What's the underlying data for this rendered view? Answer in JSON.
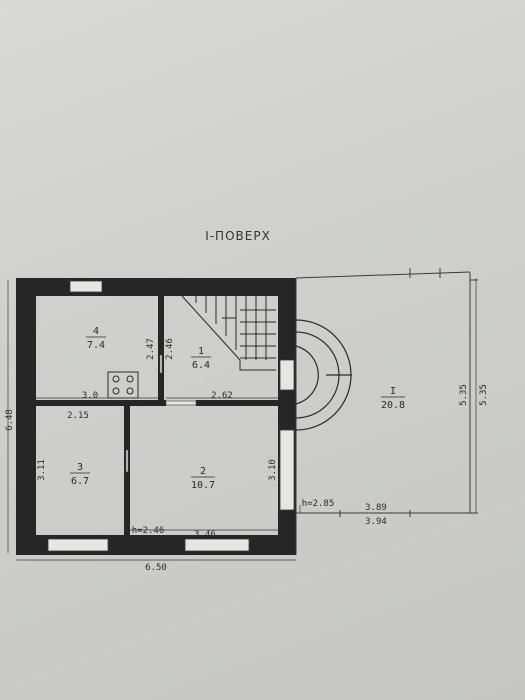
{
  "title": "I-ПОВЕРХ",
  "rooms": [
    {
      "num": "4",
      "area": "7.4"
    },
    {
      "num": "1",
      "area": "6.4"
    },
    {
      "num": "3",
      "area": "6.7"
    },
    {
      "num": "2",
      "area": "10.7"
    },
    {
      "num": "I",
      "area": "20.8"
    }
  ],
  "dims": {
    "total_height": "6.48",
    "total_width": "6.50",
    "r4_width": "3.0",
    "r4_side_a": "2.47",
    "r4_side_b": "2.46",
    "r3_width": "2.15",
    "r1_width": "2.62",
    "r3_height": "3.11",
    "r2_height": "3.10",
    "r2_width": "3.46",
    "r2_h": "h=2.46",
    "terrace_h": "h=2.85",
    "terrace_w_a": "3.89",
    "terrace_w_b": "3.94",
    "terrace_height_a": "5.35",
    "terrace_height_b": "5.35"
  },
  "colors": {
    "wall": "#262626",
    "line": "#3a3a3a",
    "paper": "#d3d4d1"
  }
}
